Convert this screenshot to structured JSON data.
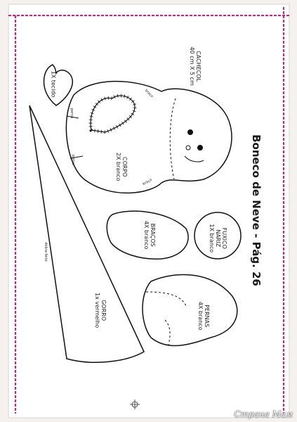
{
  "page": {
    "title": "Boneco de Neve - Pág. 26",
    "watermark": "Страна Мам"
  },
  "pieces": {
    "cachecol": {
      "name": "CACHECOL",
      "size": "40 cm X 5 cm"
    },
    "heart_small": {
      "qty": "1X tecido"
    },
    "corpo": {
      "name": "CORPO",
      "qty": "2X branco",
      "mark_braco_top": "braço",
      "mark_braco_bottom": "braço",
      "mark_perna_left": "perna",
      "mark_perna_bottom": "perna"
    },
    "bracos": {
      "name": "BRAÇOS",
      "qty": "4X branco"
    },
    "fuxico": {
      "name": "FUXICO",
      "name2": "NARIZ",
      "qty": "1X branco"
    },
    "pernas": {
      "name": "PERNAS",
      "qty": "4X branco"
    },
    "gorro": {
      "name": "GORRO",
      "qty": "1x vermelho",
      "fold": "dobra feito"
    }
  },
  "colors": {
    "border": "#e0197d",
    "ink": "#1a1a1a",
    "paper": "#ffffff"
  }
}
